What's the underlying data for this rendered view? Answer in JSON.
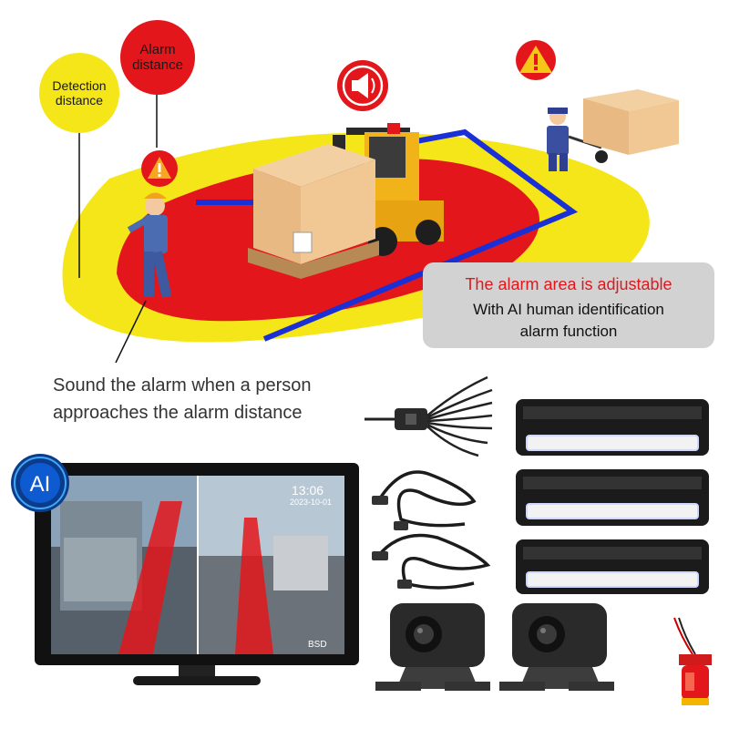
{
  "labels": {
    "detection_distance": "Detection\ndistance",
    "alarm_distance": "Alarm\ndistance"
  },
  "info_box": {
    "title": "The alarm area is adjustable",
    "line1": "With AI human identification",
    "line2": "alarm function"
  },
  "caption": "Sound the alarm when a person\napproaches the alarm distance",
  "monitor": {
    "badge": "AI",
    "time": "13:06",
    "date": "2023-10-01",
    "bsd": "BSD"
  },
  "colors": {
    "yellow_zone": "#f5e61a",
    "red_zone": "#e3161b",
    "boundary": "#1a2fd6",
    "title_red": "#e3161b"
  },
  "icons": [
    "warning-triangle-icon",
    "speaker-alarm-icon",
    "exclamation-icon",
    "ai-badge-icon"
  ]
}
